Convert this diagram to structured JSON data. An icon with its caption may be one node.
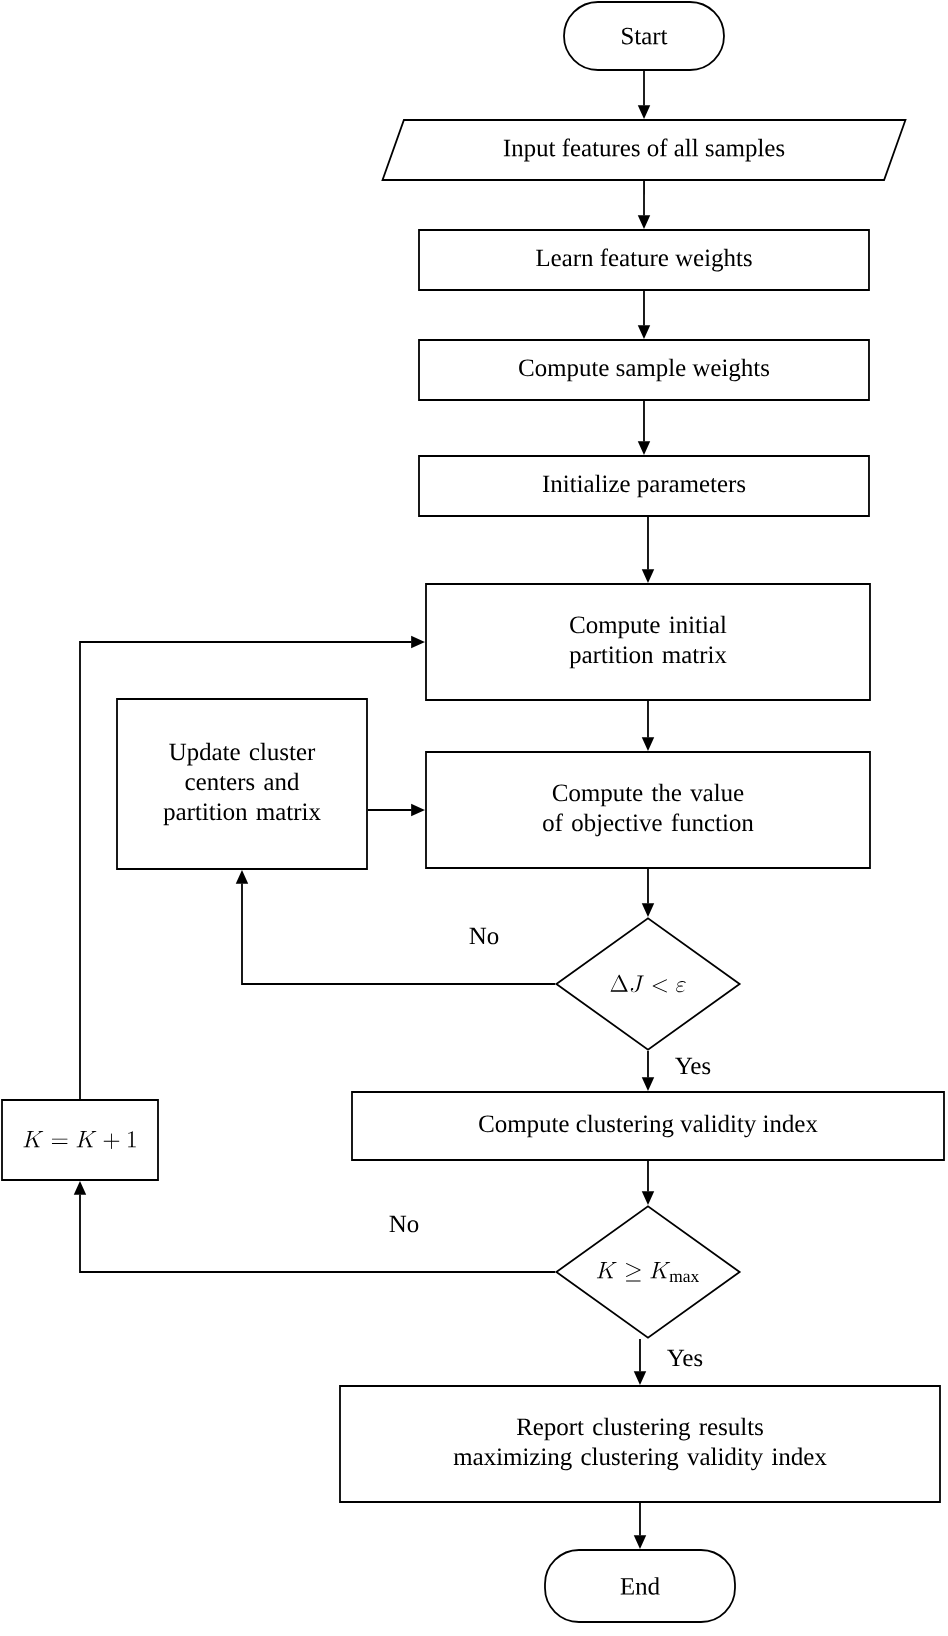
{
  "diagram": {
    "nodes": [
      {
        "text": [
          "Start"
        ]
      },
      {
        "text": [
          "Input features of all samples"
        ]
      },
      {
        "text": [
          "Learn feature weights"
        ]
      },
      {
        "text": [
          "Compute sample weights"
        ]
      },
      {
        "text": [
          "Initialize parameters"
        ]
      },
      {
        "text": [
          "Compute initial partition matrix"
        ]
      },
      {
        "text": [
          "Update cluster centers and partition matrix"
        ]
      },
      {
        "text": [
          "Compute the value of objective function"
        ]
      },
      {
        "text": [
          "\\Delta J < \\varepsilon"
        ]
      },
      {
        "text": [
          "Compute clustering validity index"
        ]
      },
      {
        "text": [
          "K = K + 1"
        ]
      },
      {
        "text": [
          "K \\geq K_{\\mathrm{max}}"
        ]
      },
      {
        "text": [
          "Report clustering results maximizing clustering validity index"
        ]
      },
      {
        "text": [
          "End"
        ]
      }
    ],
    "edges": [
      {
        "from": 0,
        "to": 1,
        "arrow": "to"
      },
      {
        "from": 1,
        "to": 2,
        "arrow": "to"
      },
      {
        "from": 2,
        "to": 3,
        "arrow": "to"
      },
      {
        "from": 3,
        "to": 4,
        "arrow": "to"
      },
      {
        "from": 4,
        "to": 5,
        "arrow": "to"
      },
      {
        "from": 5,
        "to": 7,
        "arrow": "to"
      },
      {
        "from": 6,
        "to": 7,
        "arrow": "to"
      },
      {
        "from": 7,
        "to": 8,
        "arrow": "to"
      },
      {
        "from": 8,
        "to": 6,
        "arrow": "to",
        "label": "No"
      },
      {
        "from": 8,
        "to": 9,
        "arrow": "to",
        "label": "Yes"
      },
      {
        "from": 9,
        "to": 11,
        "arrow": "to"
      },
      {
        "from": 11,
        "to": 10,
        "arrow": "to",
        "label": "No"
      },
      {
        "from": 10,
        "to": 5,
        "arrow": "to"
      },
      {
        "from": 11,
        "to": 12,
        "arrow": "to",
        "label": "Yes"
      },
      {
        "from": 12,
        "to": 13,
        "arrow": "to"
      }
    ]
  }
}
